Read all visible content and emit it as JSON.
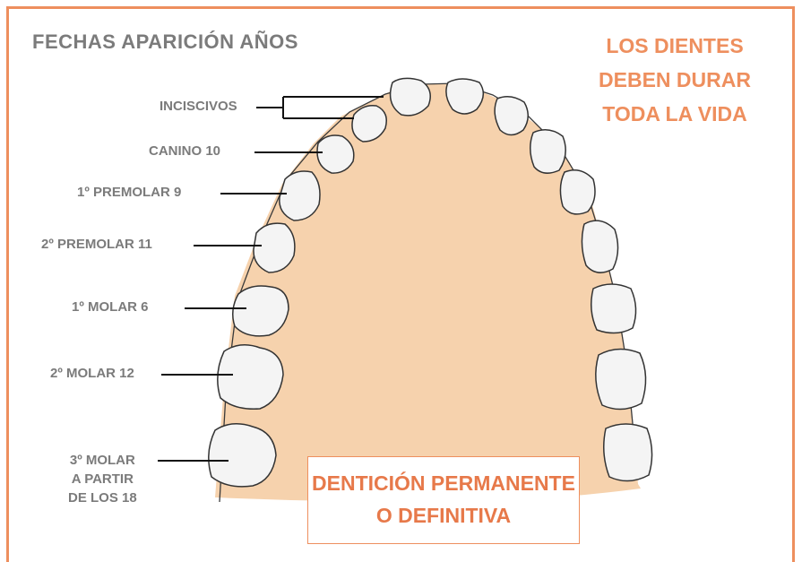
{
  "heading": "FECHAS APARICIÓN AÑOS",
  "slogan": [
    "LOS DIENTES",
    "DEBEN DURAR",
    "TODA LA VIDA"
  ],
  "teeth_labels": {
    "incisivos": "INCISCIVOS",
    "canino": "CANINO 10",
    "premolar1": "1º PREMOLAR 9",
    "premolar2": "2º PREMOLAR 11",
    "molar1": "1º MOLAR 6",
    "molar2": "2º MOLAR 12",
    "molar3": [
      "3º MOLAR",
      "A PARTIR",
      "DE LOS 18"
    ]
  },
  "box": [
    "DENTICIÓN PERMANENTE",
    "O DEFINITIVA"
  ],
  "colors": {
    "accent": "#ee8f5e",
    "gum": "#f6d2ad",
    "label_gray": "#7b7b7b",
    "tooth": "#f4f4f4"
  }
}
